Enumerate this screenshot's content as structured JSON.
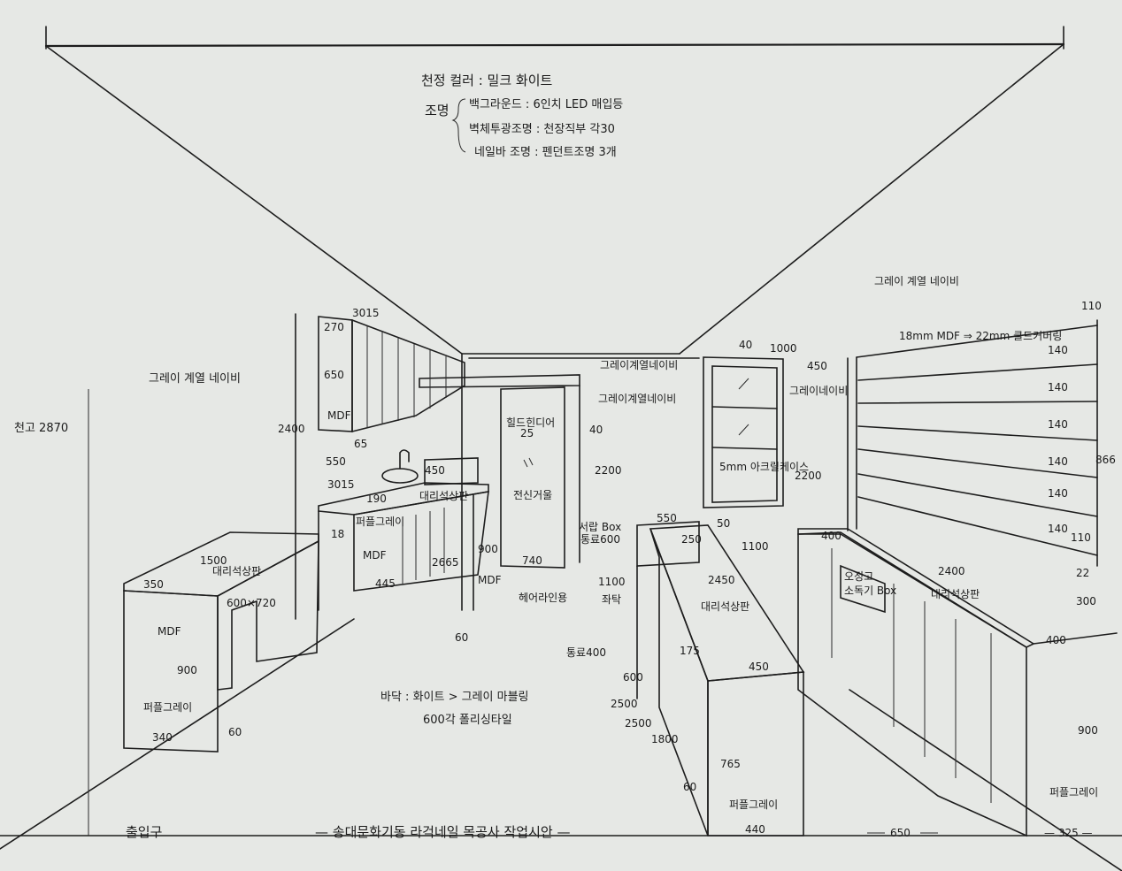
{
  "notes": {
    "ceiling_color": "천정 컬러 : 밀크 화이트",
    "lighting_label": "조명",
    "lighting_1": "백그라운드 : 6인치 LED 매입등",
    "lighting_2": "벽체투광조명 : 천장직부 각30",
    "lighting_3": "네일바 조명 : 펜던트조명 3개",
    "ceiling_height": "천고 2870",
    "floor_1": "바닥 : 화이트 > 그레이 마블링",
    "floor_2": "600각 폴리싱타일"
  },
  "labels": {
    "gray_navy_left": "그레이 계열 네이비",
    "gray_navy_back": "그레이계열네이비",
    "gray_navy_back2": "그레이계열네이비",
    "gray_navy_center": "그레이네이비",
    "gray_navy_right": "그레이 계열 네이비",
    "shelf_spec": "18mm MDF ⇒ 22mm 클드커버링",
    "acrylic": "5mm 아크릴케이스",
    "marble_left": "대리석상판",
    "marble_center": "대리석상판",
    "marble_right": "대리석상판",
    "marble_sink": "대리석상판",
    "mdf_left": "MDF",
    "mdf_sink": "MDF",
    "mdf_sink_leg": "MDF",
    "purple_gray_left": "퍼플그레이",
    "purple_gray_sink": "퍼플그레이",
    "purple_gray_center": "퍼플그레이",
    "purple_gray_right": "퍼플그레이",
    "sterilizer": "소독기 Box",
    "sterilizer_top": "오정고",
    "full_mirror": "전신거울",
    "door_hinge": "힐드힌디어",
    "hairline": "헤어라인용",
    "drawer_box": "서랍 Box",
    "drawer_tong": "통료600",
    "chair": "좌탁",
    "tong400": "통료400",
    "entrance": "출입구",
    "title": "— 송대문화기동 라걱네일 목공사 작업시안 —"
  },
  "dims": {
    "d_3015_top": "3015",
    "d_270": "270",
    "d_650": "650",
    "d_2400": "2400",
    "d_65": "65",
    "d_550": "550",
    "d_3015_counter": "3015",
    "d_190": "190",
    "d_450_sink": "450",
    "d_18": "18",
    "d_445": "445",
    "d_2665": "2665",
    "d_900_sink": "900",
    "d_60_sink": "60",
    "d_1500": "1500",
    "d_350": "350",
    "d_600x720": "600×720",
    "d_900_left": "900",
    "d_340": "340",
    "d_60_left": "60",
    "d_25": "25",
    "d_40_door": "40",
    "d_2200_door": "2200",
    "d_740": "740",
    "d_1100_a": "1100",
    "d_40_shelf": "40",
    "d_1000": "1000",
    "d_450_shelf": "450",
    "d_2200_right": "2200",
    "d_1100_b": "1100",
    "d_550_center": "550",
    "d_250": "250",
    "d_50": "50",
    "d_2450": "2450",
    "d_175": "175",
    "d_450_center": "450",
    "d_600": "600",
    "d_2500_a": "2500",
    "d_2500_b": "2500",
    "d_1800": "1800",
    "d_765": "765",
    "d_60_center": "60",
    "d_440": "440",
    "d_400_a": "400",
    "d_2400_right": "2400",
    "d_400_b": "400",
    "d_900_right": "900",
    "d_110_top": "110",
    "d_140_1": "140",
    "d_140_2": "140",
    "d_140_3": "140",
    "d_140_4": "140",
    "d_140_5": "140",
    "d_140_6": "140",
    "d_110_bot": "110",
    "d_22": "22",
    "d_866": "866",
    "d_300": "300",
    "d_650_bottom": "650",
    "d_325": "— 325 —"
  }
}
